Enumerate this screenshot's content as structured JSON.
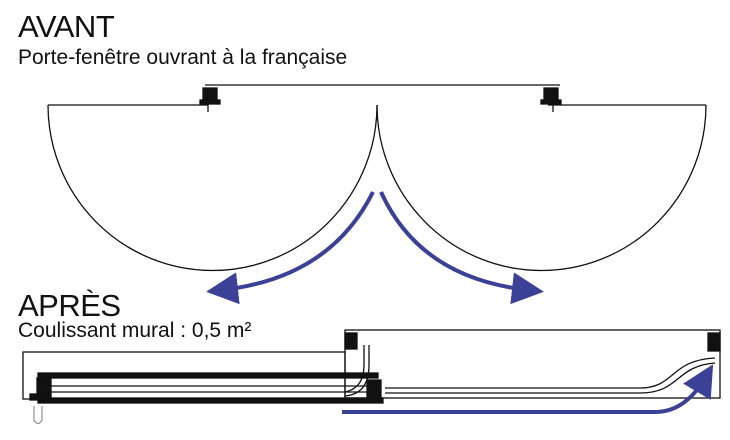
{
  "before": {
    "title": "AVANT",
    "subtitle": "Porte-fenêtre ouvrant à la française"
  },
  "after": {
    "title": "APRÈS",
    "subtitle": "Coulissant mural : 0,5 m²"
  },
  "colors": {
    "arrow": "#3b4196",
    "line": "#111111"
  }
}
